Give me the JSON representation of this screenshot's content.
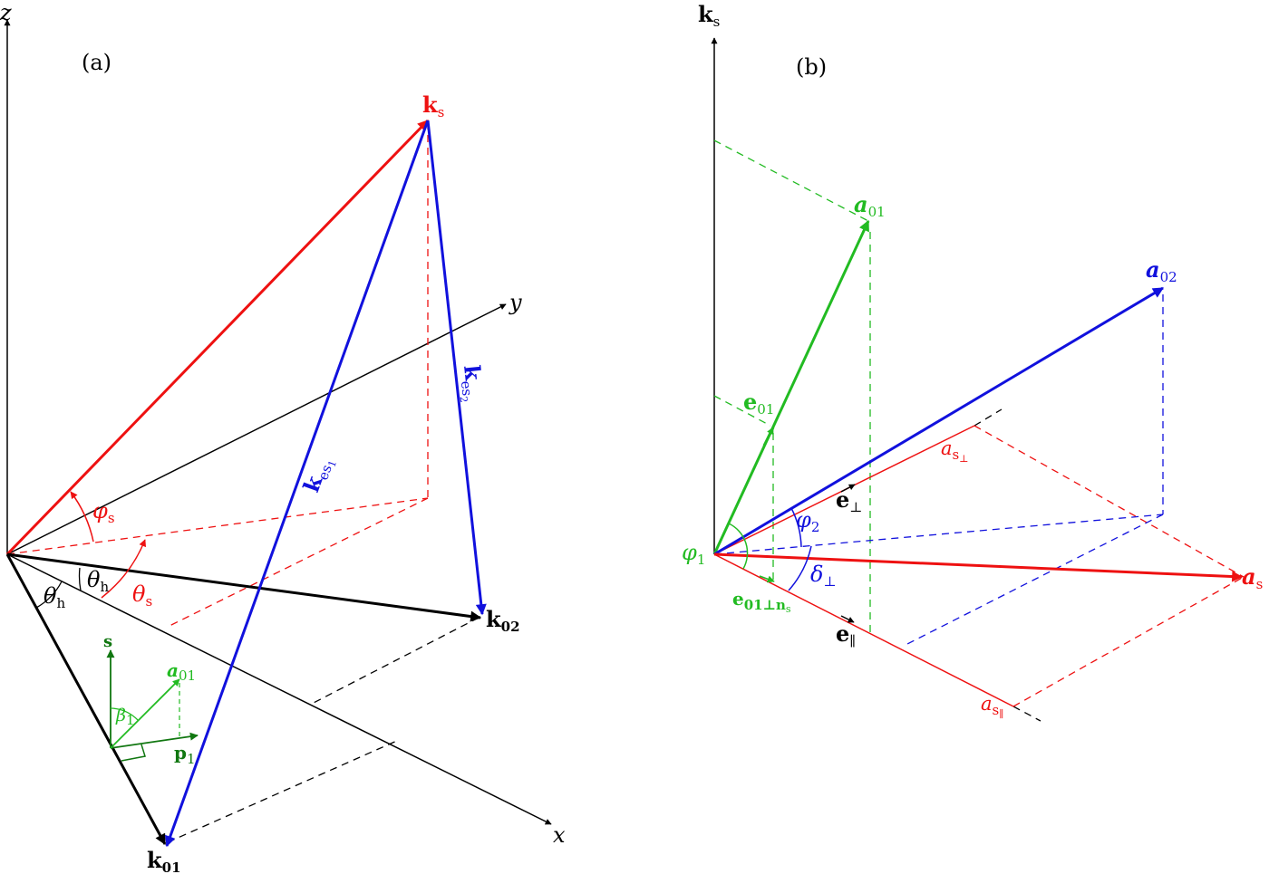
{
  "colors": {
    "black": "#000000",
    "red": "#ee1111",
    "blue": "#1111dd",
    "green": "#22bb22",
    "darkgreen": "#117711"
  },
  "panel_a": {
    "tag": "(a)",
    "axes": {
      "x": "x",
      "y": "y",
      "z": "z"
    },
    "vectors": {
      "ks": {
        "main": "k",
        "sub": "s"
      },
      "k01": {
        "main": "k",
        "sub": "01"
      },
      "k02": {
        "main": "k",
        "sub": "02"
      },
      "kes1": {
        "main": "k",
        "sub": "es",
        "subsub": "1"
      },
      "kes2": {
        "main": "k",
        "sub": "es",
        "subsub": "2"
      }
    },
    "angles": {
      "phi_s": {
        "main": "φ",
        "sub": "s"
      },
      "theta_s": {
        "main": "θ",
        "sub": "s"
      },
      "theta_h_upper": {
        "main": "θ",
        "sub": "h"
      },
      "theta_h_lower": {
        "main": "θ",
        "sub": "h"
      },
      "beta1": {
        "main": "β",
        "sub": "1"
      }
    },
    "inset": {
      "s": {
        "main": "s"
      },
      "p1": {
        "main": "p",
        "sub": "1"
      },
      "a01": {
        "main": "a",
        "sub": "01"
      }
    }
  },
  "panel_b": {
    "tag": "(b)",
    "axis_ks": {
      "main": "k",
      "sub": "s"
    },
    "vectors": {
      "a01": {
        "main": "a",
        "sub": "01"
      },
      "a02": {
        "main": "a",
        "sub": "02"
      },
      "as": {
        "main": "a",
        "sub": "s"
      },
      "e01": {
        "main": "e",
        "sub": "01"
      },
      "e01perp": {
        "main": "e",
        "sub": "01⊥n",
        "subsub": "s"
      },
      "eperp": {
        "main": "e",
        "sub": "⊥"
      },
      "epar": {
        "main": "e",
        "sub": "∥"
      }
    },
    "components": {
      "as_perp": {
        "main": "a",
        "sub": "s",
        "subsub": "⊥"
      },
      "as_par": {
        "main": "a",
        "sub": "s",
        "subsub": "∥"
      }
    },
    "angles": {
      "phi1": {
        "main": "φ",
        "sub": "1"
      },
      "phi2": {
        "main": "φ",
        "sub": "2"
      },
      "delta_perp": {
        "main": "δ",
        "sub": "⊥"
      }
    }
  }
}
